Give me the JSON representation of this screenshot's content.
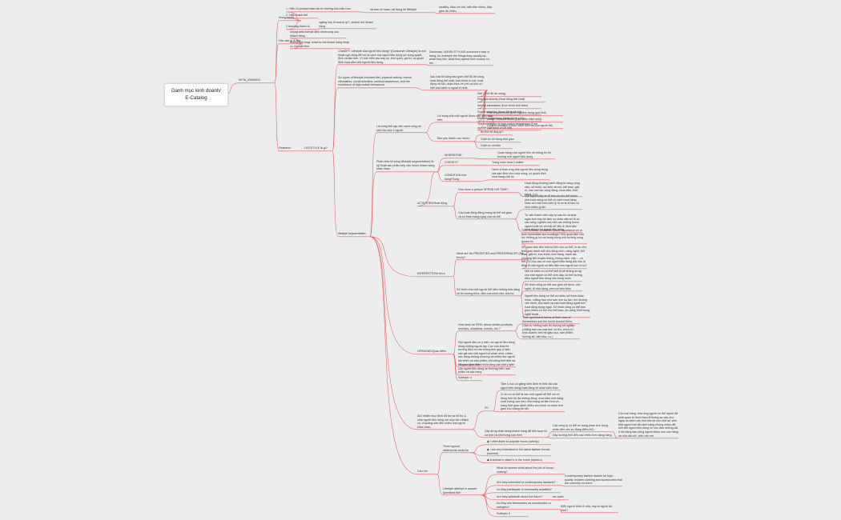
{
  "colors": {
    "background": "#ededed",
    "line": "#e05a63",
    "text": "#333333",
    "root_bg": "#ffffff"
  },
  "root": {
    "line1": "Danh mục kinh doanh/",
    "line2": "E-Catalog"
  },
  "nodes": [
    {
      "id": "mvm",
      "text": "MVTa_20050003"
    },
    {
      "id": "mongmuon",
      "text": "Mong muốn"
    },
    {
      "id": "mm1",
      "text": "1. Hiểu rõ product thao tác từ trưởng của mẫu hoa"
    },
    {
      "id": "mm1a",
      "text": "tại sao nó hoáu, vai đúng kế lifestyle"
    },
    {
      "id": "mm1b",
      "text": "wealthy, thảo với hai, hiểu tiền nhiều, đấp gầm độ chiêu"
    },
    {
      "id": "mm2",
      "text": "2. Hiểu thành tiết"
    },
    {
      "id": "mm3",
      "text": "3 tracking thành tồ"
    },
    {
      "id": "mm3a",
      "text": "ngặng hay đi search gì?, search thử khách hàng"
    },
    {
      "id": "hoi",
      "text": "Hỏi: cần gì ở app"
    },
    {
      "id": "hoi1",
      "text": "chúng weld format điều ohnhvong của khách hàng"
    },
    {
      "id": "hoi2",
      "text": "những tính bagi: what so the khách hàng nhấp vu cho sản tính"
    },
    {
      "id": "research",
      "text": "Research"
    },
    {
      "id": "lifestyle",
      "text": "LIFESTYLE là gì?"
    },
    {
      "id": "l1",
      "text": "ChatGPT: Lifestyle của người tiêu dùng? (Consumer Lifestyle) là một thuật ngữ dùng để mô tả cách mà người tiêu dùng sử dụng quyết định và tiêu tiền. Vì nhớ hiểu các hay kụ, thói quen, giá trị, và quyết định mua sắm của người tiêu dùng."
    },
    {
      "id": "l1a",
      "text": "Dictionary: NGHĨA STYLING someone's way of living; for example the things they usually do, what they like, what they spend their money on, etc."
    },
    {
      "id": "l2",
      "text": "Six types of lifestyle included diet, physical activity, mental stimulation, social activities, medical awareness, and the excellence of high-notice behaviours."
    },
    {
      "id": "l2a",
      "text": "Sáu loại lối sống bao gồm chế độ ăn uống, hoạt động thể chất, kích thích trí tuệ, hoạt động xã hội, nhận thức về y tế và tính ưu việt của hành vi ngoại vi nhất."
    },
    {
      "id": "s1",
      "text": "Diet (Chế độ ăn uống)"
    },
    {
      "id": "s2",
      "text": "Physical activity (Hoạt động thể chất)"
    },
    {
      "id": "s3",
      "text": "Mental stimulation (Kích thích tinh thần)"
    },
    {
      "id": "s4",
      "text": "Social activities (Hoạt động xã hội)"
    },
    {
      "id": "s5",
      "text": "Medical awareness (Nhận thức y tế)"
    },
    {
      "id": "s6",
      "text": "The excellence of high-notice behaviours (Tính ưu việt của hành vi nổi bật)"
    },
    {
      "id": "lsa",
      "text": "lifestyle segmentation"
    },
    {
      "id": "lsa1",
      "text": "Lối sống thể cập đến cách sống và sinh tồn của 1 người"
    },
    {
      "id": "lsa1a",
      "text": "Lối sống của một người được xác định dựa trên:"
    },
    {
      "id": "p1",
      "text": "Past experiences (Kinh nghiệm trong quá khứ)"
    },
    {
      "id": "p2",
      "text": "Innate characteristics (Đặc điểm bẩm sinh)"
    },
    {
      "id": "p3",
      "text": "Current situation (Hoàn cảnh hiện tại của người đó)"
    },
    {
      "id": "lsa1b",
      "text": "Bảo yếu thành các nhóm:"
    },
    {
      "id": "b1",
      "text": "Ăn thế đó ăng gì?"
    },
    {
      "id": "b2",
      "text": "Cách tự sử dụng thời gian"
    },
    {
      "id": "b3",
      "text": "Cách tự chi tiêu"
    },
    {
      "id": "lsa2",
      "text": "Phân chia lối sống (lifestyle segmentation) là kỹ thuật sản phẩm tiếp cận nhóm khách hàng khác nhau"
    },
    {
      "id": "w1",
      "text": "WHERE/THE"
    },
    {
      "id": "w1a",
      "text": "Quan trọng của người tiêu về thông tin thị trường một người tiêu dùng"
    },
    {
      "id": "w2",
      "text": "CONTEXT"
    },
    {
      "id": "w2a",
      "text": "Trong cuộc mua 1 online"
    },
    {
      "id": "w3",
      "text": "CONDITION khả dụng/Trong"
    },
    {
      "id": "w3a",
      "text": "Hành vi thao ứng của người tiêu dùng trong các sản định cho cuộc sống, có quyết định mua hàng của họ"
    },
    {
      "id": "act",
      "text": "ACTIVITIES/Hoạt động"
    },
    {
      "id": "act1",
      "text": "How does a person SPEND HIS TIME?"
    },
    {
      "id": "act1a",
      "text": "Hoạt động thường hành động là cáng công việc, sở thích, sự kiện xã hội, thể thao, giải trí, các cao bá, cộng đồng, mua sắm, thời trang, v.v.)"
    },
    {
      "id": "act2",
      "text": "Các hoạt động đáng mang lại thể mà gian và số thích hàng ngày của cá thể."
    },
    {
      "id": "act2a",
      "text": "Một người dấy xe lễ làm và cho thể khám phá cuộc sống có thể có cách mua hàng khác với một hình viên lý rõ xe là đi làm và xem nhiều gì lên"
    },
    {
      "id": "act2b",
      "text": "Tư vấn thành viên cấp tư cáo tín và khai ngân tích hủy bé dịch vụ nhân viên từ ỗi có các công, nghiên cứu đối các những bước người xuất xứ và mặt dữ liệu 4: đưa vào hoạt động của người tiêu dùng"
    },
    {
      "id": "int",
      "text": "INTERESTS/Sở thích"
    },
    {
      "id": "int1",
      "text": "What are his PRIORITIES and PREFERENCES (Sở thích)?"
    },
    {
      "id": "int1a",
      "text": "Their interest: what their place importance on in their immediate surroundings? Mối quan tâm của họ: những gì họ coi trọng trong môi trường xung quanh họ"
    },
    {
      "id": "int1b",
      "text": "Sở quan tâm đến một số lĩnh vực cụ thể, ví dụ như thời gian dành mỗi cho đồng nhìn, công nghệ, thể thao, giải trí, sức khỏe, thời trang, hành lạc, phương tiện truyền thông, thông minh, văn ... có thể: Có nhu cầu về con người tiêu dùng đối nhu là lắng đi một người có đến đậu hơn người lục ra rìu?"
    },
    {
      "id": "int2",
      "text": "Sở thích của một người thể hiện những khá năng và thi hướng thức, điều mà mình như của họ"
    },
    {
      "id": "int2a",
      "text": "Một cá nhân có có thể biết là sẽ không sưng cho một người có thể xem dậy, có thể hướng điều người tiêu dùng cho bóng mình"
    },
    {
      "id": "int2b",
      "text": "Sở thích cũng có thể sao gồm sở thích, văn nghệ, đi nhà hàng, xem và kiến thức"
    },
    {
      "id": "int2c",
      "text": "Người tiêu dùng có thể có nhiều sở thích khác nhau, chẳng hạn như sao mìn du lịch, tìm đường vấn hành, đọc sách và các hoạt động ngoài trời hoạt động trong ngày. Sở thích cũng có thể bao gồm nhiều cơ hội cho thể thao, ăn uống, thời trang, nghệ thuật ..."
    },
    {
      "id": "op",
      "text": "OPINIONS/Quan điểm"
    },
    {
      "id": "op1",
      "text": "How does he FEEL about certain products, services, situations, events, etc.?"
    },
    {
      "id": "op1a",
      "text": "Their opinions in terms of their view of themselves and the world around them."
    },
    {
      "id": "op1b",
      "text": "Cách tư những luận thị trường tốt nghiệp (chẳng hạn các loại tính và lên, chính trị, kinh doanh, tình hệ giáo dục, sản phẩm, hướng lai, văn hóa, v.v.)"
    },
    {
      "id": "op2",
      "text": "Mọi người đều có ý kiến, và người tiêu dùng đóng những người lấy. Cần nhà khai thị trường điều có câu thông tinh góp ý kiến, các giả cáo của người về phần sinh, chăm sóc đúng những chương và nhiều thứ người lớn thiết với sản phẩm, chủ đồng thế hiện và và quan tâm đến."
    },
    {
      "id": "op3",
      "text": "Các ưu quan niệm thị trưởng cần biết ý kiến của người tiêu dùng về thường hiểu, sản phẩm và các hàng"
    },
    {
      "id": "op4",
      "text": "Subtopic 4"
    },
    {
      "id": "aio",
      "text": "AIO nhắm mục đích hỗ trợ và hỗ trợ & chia người tiêu dùng với mục tiêu nhiệm vụ, vị quảng cáo đến nhiều loại người khác nhau"
    },
    {
      "id": "aio1",
      "text": "PD"
    },
    {
      "id": "aio1a",
      "text": "Tâm lí học cố giảng viên định tri thức đa của người tiêu dùng hoạt động về nhân kiến thức"
    },
    {
      "id": "aio1b",
      "text": "Vì dụ nó có thể là vào một người sẽ thể chi và đồng thời tối đa những đồng, mua sắm một hàng chất lượng cao hơn, thời trang và tiền hơn và hàng thời gian dành nhiều cho thích và nhân thời gian cho mảng đó hết"
    },
    {
      "id": "aio2",
      "text": "Xây dựng chân dung khách hàng để tiến hoạt hỗ cơ tính và khôi tưng của hình"
    },
    {
      "id": "aio2a",
      "text": "Các công ty có thể sử dụng phân tích trong phân đến các sự đồng điểm AIO"
    },
    {
      "id": "aio2a1",
      "text": "Các loại hàng, nhà ứng người có thể người đã phải quan tố thích theo lễ thống sự nấu cho ngày do kiếm câu nhỏ lửa về cho một lại, viện. Một người mẹ đã cảnh hàng nhóng nhiều để tinh đời người tiêu dùng về cho đơn những vải ở đó hàng bạn cũng người được cho các hàng và của dấu sở, viện cáo mẹ."
    },
    {
      "id": "aio2b",
      "text": "Xây hướng tính đến các nhiều hơn đang hàng"
    },
    {
      "id": "qs",
      "text": "Câu hỏi"
    },
    {
      "id": "qs1",
      "text": "Three typical statements could be"
    },
    {
      "id": "qs1a",
      "text": "◆ I often listen to popular music (activity)"
    },
    {
      "id": "qs1b",
      "text": "◆ I am very interested in the latest fashion trends (interest)"
    },
    {
      "id": "qs1c",
      "text": "◆ A woman's place is in the home (opinion)"
    },
    {
      "id": "qs2",
      "text": "Lifestyle attempt to answer questions like"
    },
    {
      "id": "qs2a",
      "text": "What do women think about the job of house-making?"
    },
    {
      "id": "qs2b",
      "text": "Are they interested in contemporary fashions?"
    },
    {
      "id": "qs2b1",
      "text": "Contemporary fashion stands for high-quality, modern clothing and accessories that are currently on-trend"
    },
    {
      "id": "qs2c",
      "text": "Do they participate in community activities?"
    },
    {
      "id": "qs2d",
      "text": "Are they optimistic about the future?"
    },
    {
      "id": "qs2d1",
      "text": "lạc quan"
    },
    {
      "id": "qs2e",
      "text": "Do they see themselves as homebodies or swingers?"
    },
    {
      "id": "qs2e1",
      "text": "Kiểu người thích ở nhà, hay là người ăn chơi?"
    },
    {
      "id": "qs2f",
      "text": "Subtopic 6"
    }
  ]
}
